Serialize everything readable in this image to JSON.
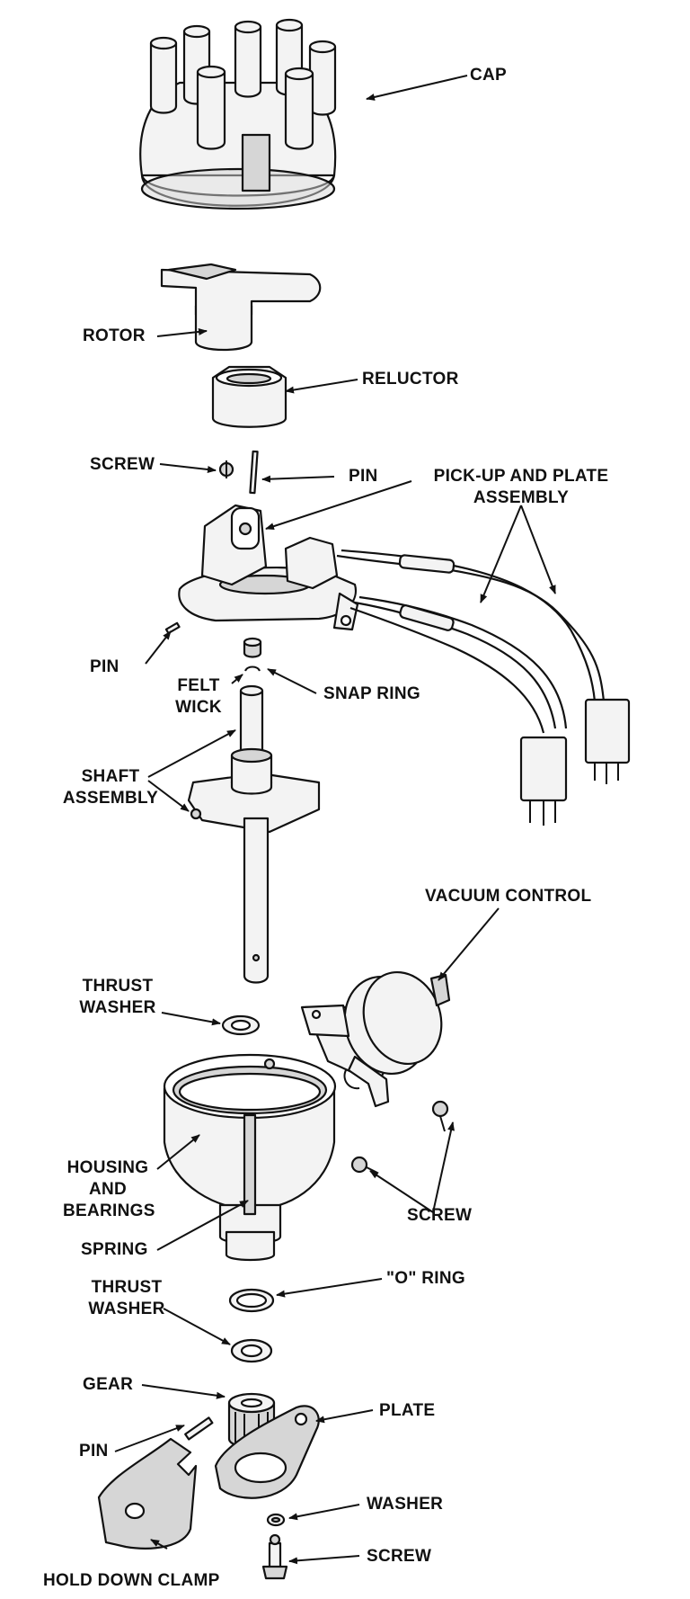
{
  "labels": {
    "cap": "CAP",
    "rotor": "ROTOR",
    "reluctor": "RELUCTOR",
    "screw_top": "SCREW",
    "pin_top": "PIN",
    "pickup_line1": "PICK-UP AND PLATE",
    "pickup_line2": "ASSEMBLY",
    "pin_left": "PIN",
    "felt_line1": "FELT",
    "felt_line2": "WICK",
    "snap_ring": "SNAP RING",
    "shaft_line1": "SHAFT",
    "shaft_line2": "ASSEMBLY",
    "vacuum_control": "VACUUM CONTROL",
    "thrust_upper_line1": "THRUST",
    "thrust_upper_line2": "WASHER",
    "housing_line1": "HOUSING",
    "housing_line2": "AND",
    "housing_line3": "BEARINGS",
    "screw_right": "SCREW",
    "spring": "SPRING",
    "o_ring": "\"O\" RING",
    "thrust_lower_line1": "THRUST",
    "thrust_lower_line2": "WASHER",
    "gear": "GEAR",
    "plate": "PLATE",
    "pin_bottom": "PIN",
    "washer": "WASHER",
    "hold_down_clamp": "HOLD DOWN CLAMP",
    "screw_bottom": "SCREW"
  }
}
